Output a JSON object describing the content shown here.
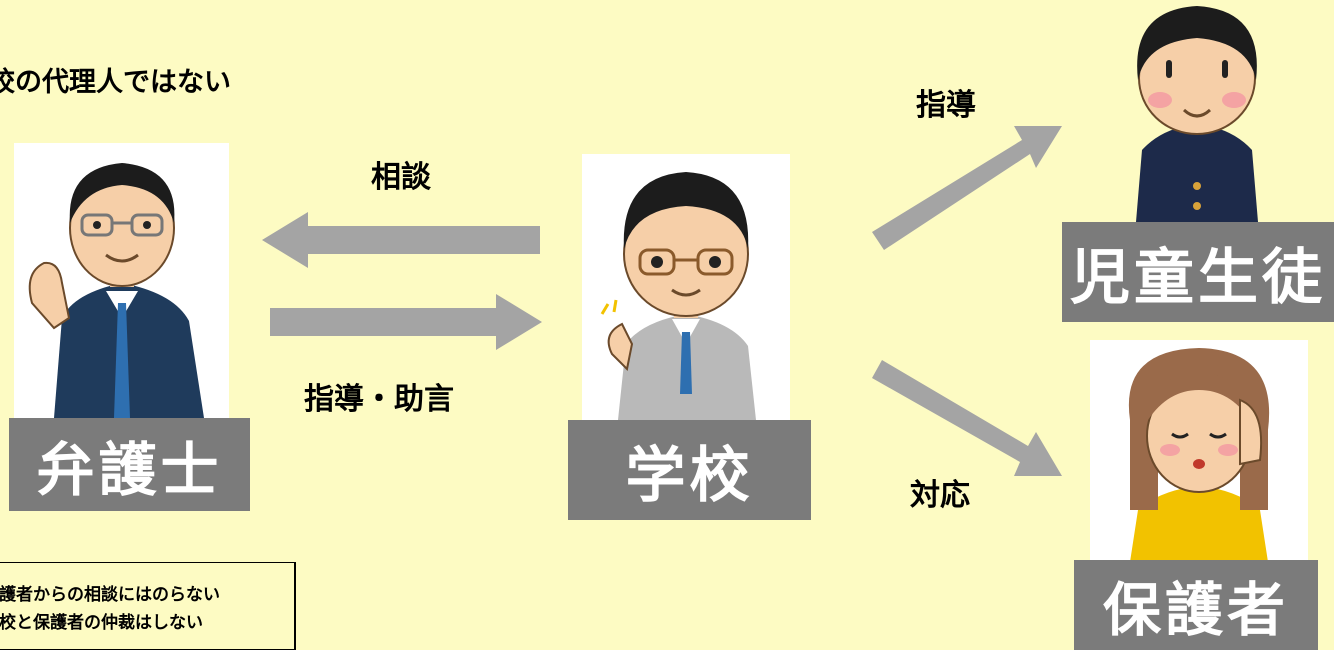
{
  "headline": "校の代理人ではない",
  "labels": {
    "consult": "相談",
    "advice": "指導・助言",
    "guidance": "指導",
    "response": "対応"
  },
  "names": {
    "lawyer": "弁護士",
    "school": "学校",
    "student": "児童生徒",
    "guardian": "保護者"
  },
  "notes": [
    "護者からの相談にはのらない",
    "校と保護者の仲裁はしない"
  ],
  "colors": {
    "background": "#fdfbc3",
    "name_box": "#7b7b7b",
    "arrow": "#a4a4a4"
  }
}
